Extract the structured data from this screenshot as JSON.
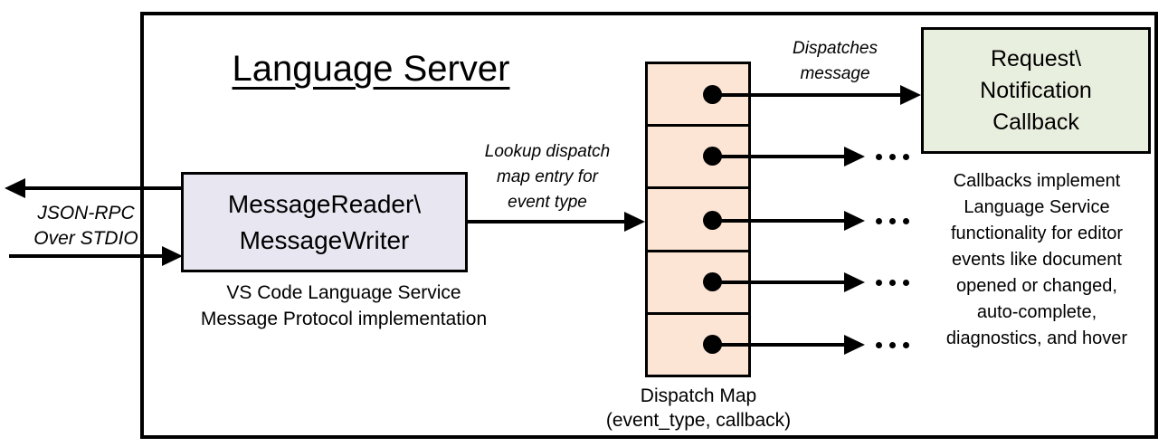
{
  "diagram": {
    "title": "Language Server",
    "stdio": {
      "line1": "JSON-RPC",
      "line2": "Over STDIO"
    },
    "message_box": {
      "line1": "MessageReader\\",
      "line2": "MessageWriter",
      "caption1": "VS Code Language Service",
      "caption2": "Message Protocol implementation"
    },
    "lookup_label": {
      "line1": "Lookup dispatch",
      "line2": "map entry for",
      "line3": "event type"
    },
    "dispatch_label": {
      "line1": "Dispatches",
      "line2": "message"
    },
    "dispatch_map": {
      "cell_count": 5,
      "caption1": "Dispatch Map",
      "caption2": "(event_type, callback)"
    },
    "callback_box": {
      "line1": "Request\\",
      "line2": "Notification",
      "line3": "Callback"
    },
    "callback_caption": {
      "line1": "Callbacks implement",
      "line2": "Language Service",
      "line3": "functionality for editor",
      "line4": "events like document",
      "line5": "opened or changed,",
      "line6": "auto-complete,",
      "line7": "diagnostics, and hover"
    },
    "ellipsis": "...",
    "colors": {
      "message_box_fill": "#e7e6f1",
      "dispatch_cell_fill": "#fce5d5",
      "callback_box_fill": "#e9efde",
      "line_color": "#000000"
    }
  }
}
